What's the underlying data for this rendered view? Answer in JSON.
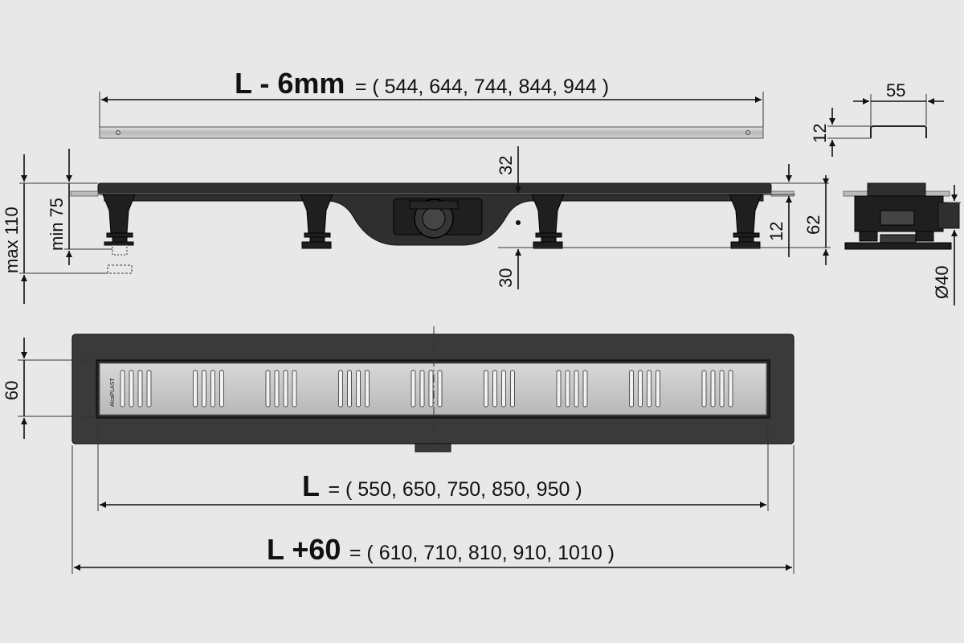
{
  "dims_top": {
    "l6_label": "L - 6mm",
    "l6_values": "= ( 544, 644, 744, 844, 944 )",
    "width_55": "55",
    "height_12_profile": "12"
  },
  "dims_side": {
    "max_110": "max 110",
    "min_75": "min 75",
    "d32": "32",
    "d30": "30",
    "d12": "12",
    "d62": "62",
    "d40": "Ø40"
  },
  "dims_bottom": {
    "d60": "60",
    "l_label": "L",
    "l_values": "= ( 550, 650, 750, 850, 950 )",
    "l60_label": "L +60",
    "l60_values": "= ( 610, 710, 810, 910, 1010 )"
  },
  "brand": {
    "logo_text": "AlcaPLAST"
  },
  "colors": {
    "background": "#e8e8e8",
    "body": "#2f2f2f",
    "grate": "#c6c6c6",
    "lines": "#111111"
  }
}
